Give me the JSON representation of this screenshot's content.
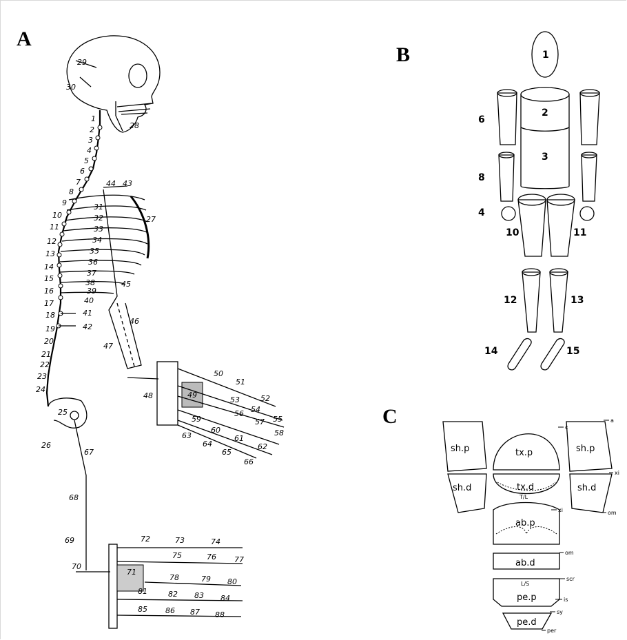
{
  "panels": {
    "a": "A",
    "b": "B",
    "c": "C"
  },
  "panel_a": {
    "labels": [
      "29",
      "30",
      "28",
      "1",
      "2",
      "3",
      "4",
      "5",
      "6",
      "7",
      "8",
      "9",
      "10",
      "11",
      "12",
      "13",
      "14",
      "15",
      "16",
      "17",
      "18",
      "19",
      "20",
      "21",
      "22",
      "23",
      "24",
      "25",
      "26",
      "27",
      "31",
      "32",
      "33",
      "34",
      "35",
      "36",
      "37",
      "38",
      "39",
      "40",
      "41",
      "42",
      "43",
      "44",
      "45",
      "46",
      "47",
      "48",
      "49",
      "50",
      "51",
      "52",
      "53",
      "54",
      "55",
      "56",
      "57",
      "58",
      "59",
      "60",
      "61",
      "62",
      "63",
      "64",
      "65",
      "66",
      "67",
      "68",
      "69",
      "70",
      "71",
      "72",
      "73",
      "74",
      "75",
      "76",
      "77",
      "78",
      "79",
      "80",
      "81",
      "82",
      "83",
      "84",
      "85",
      "86",
      "87",
      "88"
    ]
  },
  "panel_b": {
    "labels": [
      "1",
      "2",
      "3",
      "6",
      "8",
      "4",
      "10",
      "11",
      "12",
      "13",
      "14",
      "15"
    ]
  },
  "panel_c": {
    "segments": [
      "sh.p",
      "tx.p",
      "sh.p",
      "sh.d",
      "tx.d",
      "sh.d",
      "T/L",
      "ab.p",
      "ab.d",
      "L/S",
      "pe.p",
      "pe.d"
    ],
    "landmarks": [
      "c",
      "a",
      "xi",
      "om",
      "xi",
      "om",
      "scr",
      "is",
      "sy",
      "per"
    ]
  }
}
